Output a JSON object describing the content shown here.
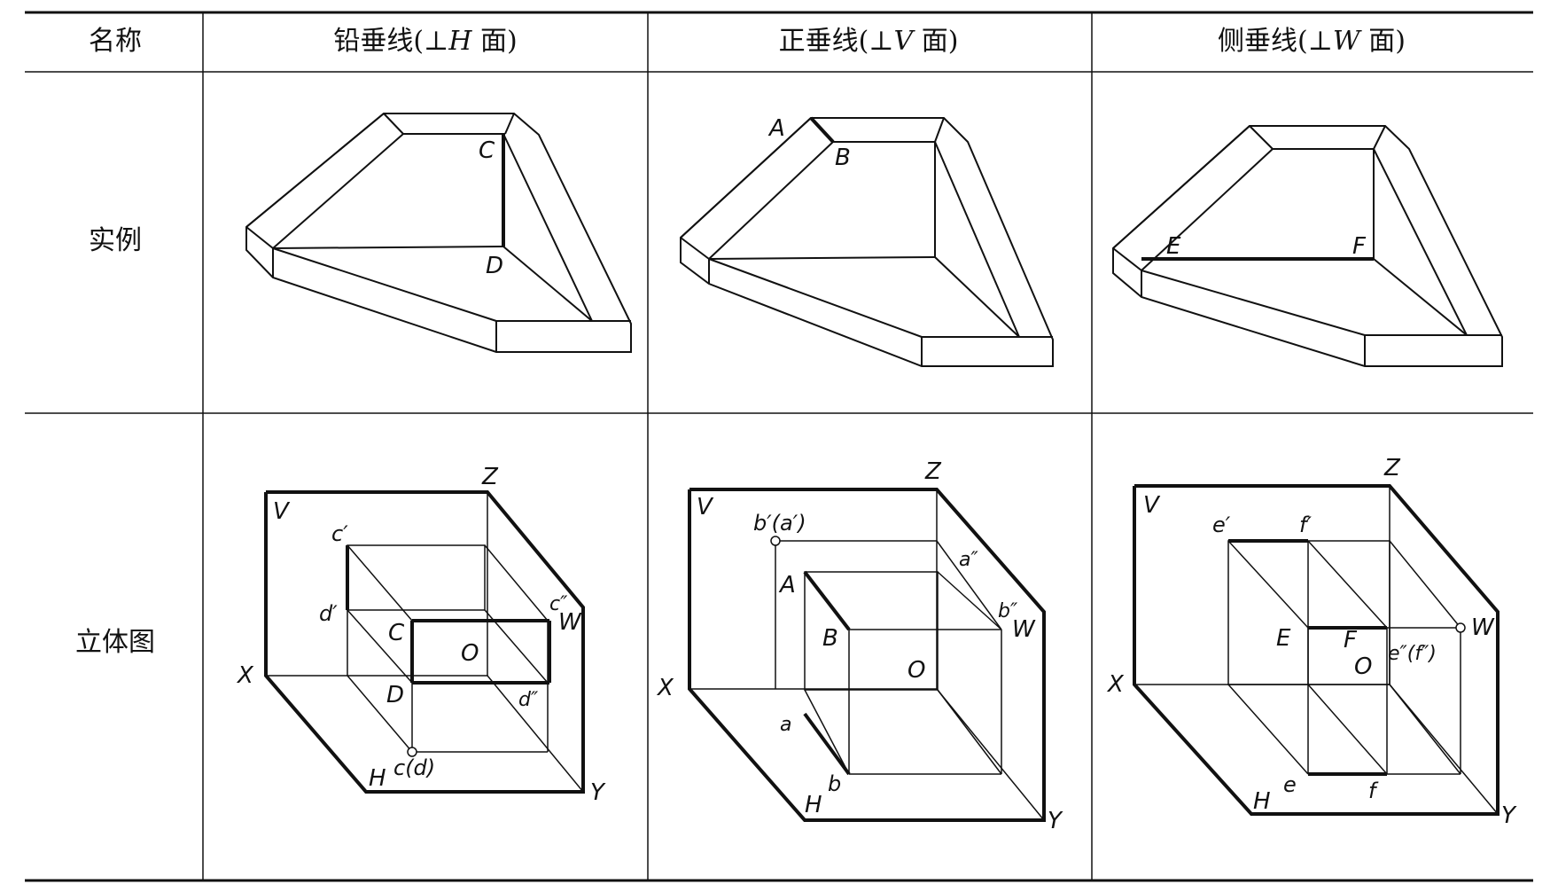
{
  "header": {
    "name_col": "名称",
    "col1": {
      "prefix": "铅垂线(⊥",
      "letter": "H",
      "suffix": " 面)"
    },
    "col2": {
      "prefix": "正垂线(⊥",
      "letter": "V",
      "suffix": " 面)"
    },
    "col3": {
      "prefix": "侧垂线(⊥",
      "letter": "W",
      "suffix": " 面)"
    }
  },
  "rows": {
    "example_label": "实例",
    "stereo_label": "立体图"
  },
  "example_labels": {
    "col1": [
      "C",
      "D"
    ],
    "col2": [
      "A",
      "B"
    ],
    "col3": [
      "E",
      "F"
    ]
  },
  "stereo_labels": {
    "axes": {
      "x": "X",
      "y": "Y",
      "z": "Z",
      "v": "V",
      "h": "H",
      "w": "W",
      "o": "O"
    },
    "col1": {
      "c1": "c′",
      "d1": "d′",
      "c2": "c″",
      "d2": "d″",
      "C": "C",
      "D": "D",
      "cd": "c(d)"
    },
    "col2": {
      "ba": "b′(a′)",
      "a2": "a″",
      "b2": "b″",
      "A": "A",
      "B": "B",
      "a": "a",
      "b": "b"
    },
    "col3": {
      "e1": "e′",
      "f1": "f′",
      "E": "E",
      "F": "F",
      "ef2": "e″(f″)",
      "e": "e",
      "f": "f"
    }
  }
}
